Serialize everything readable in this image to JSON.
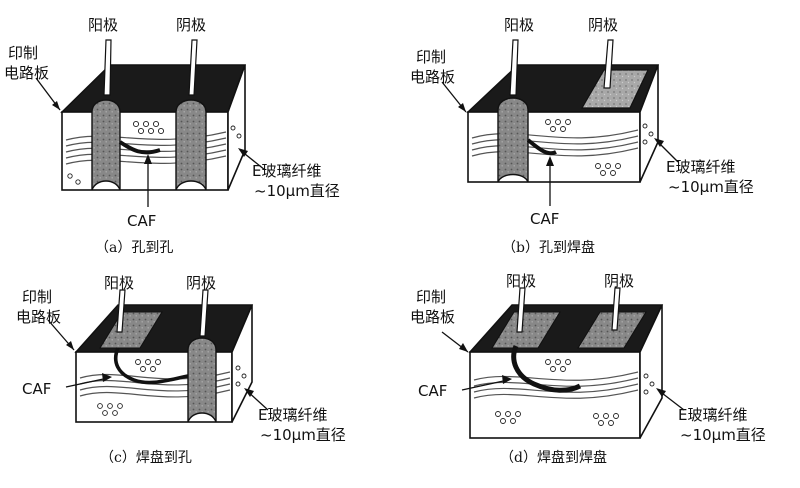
{
  "panels": [
    {
      "caption": "（a）孔到孔",
      "pcb_label_line1": "印制",
      "pcb_label_line2": "电路板",
      "anode_label": "阳极",
      "cathode_label": "阴极",
      "caf_label": "CAF",
      "fiber_label_line1": "E玻璃纤维",
      "fiber_label_line2": "~10μm直径"
    },
    {
      "caption": "（b）孔到焊盘",
      "pcb_label_line1": "印制",
      "pcb_label_line2": "电路板",
      "anode_label": "阳极",
      "cathode_label": "阴极",
      "caf_label": "CAF",
      "fiber_label_line1": "E玻璃纤维",
      "fiber_label_line2": "~10μm直径"
    },
    {
      "caption": "（c）焊盘到孔",
      "pcb_label_line1": "印制",
      "pcb_label_line2": "电路板",
      "anode_label": "阳极",
      "cathode_label": "阴极",
      "caf_label": "CAF",
      "fiber_label_line1": "E玻璃纤维",
      "fiber_label_line2": "~10μm直径"
    },
    {
      "caption": "（d）焊盘到焊盘",
      "pcb_label_line1": "印制",
      "pcb_label_line2": "电路板",
      "anode_label": "阳极",
      "cathode_label": "阴极",
      "caf_label": "CAF",
      "fiber_label_line1": "E玻璃纤维",
      "fiber_label_line2": "~10μm直径"
    }
  ]
}
